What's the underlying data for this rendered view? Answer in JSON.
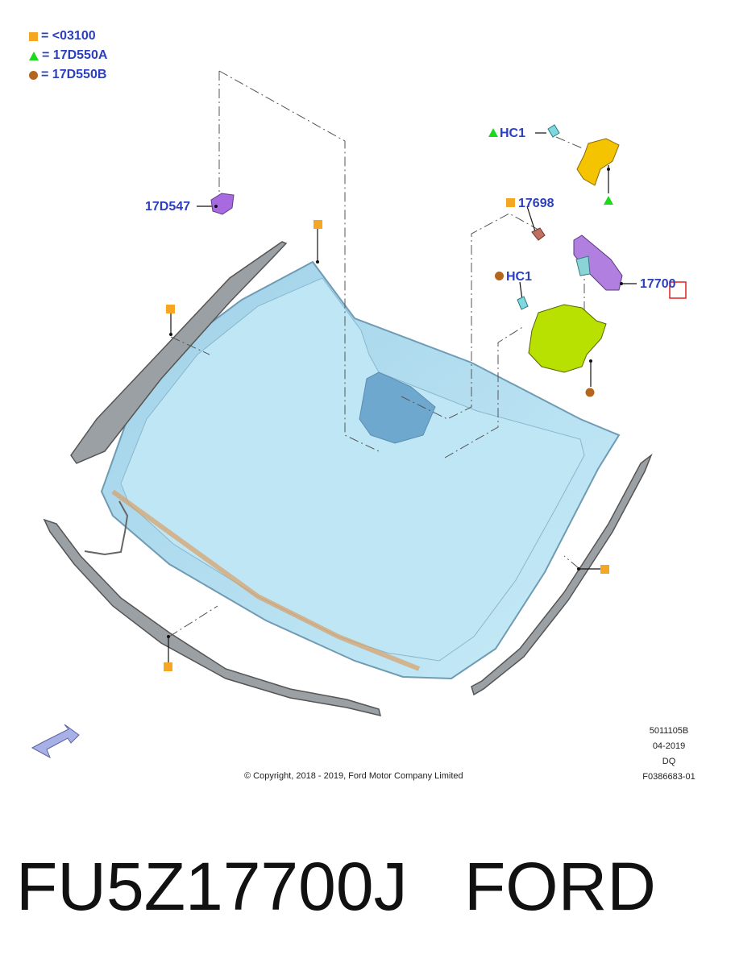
{
  "legend": [
    {
      "symbol": "square",
      "color": "#f5a623",
      "text": "= <03100"
    },
    {
      "symbol": "triangle",
      "color": "#1ed81e",
      "text": "= 17D550A"
    },
    {
      "symbol": "circle",
      "color": "#b4651e",
      "text": "= 17D550B"
    }
  ],
  "callouts": {
    "hc1_top": "HC1",
    "part_17d547": "17D547",
    "part_17698": "17698",
    "part_17700": "17700",
    "hc1_mid": "HC1"
  },
  "meta": {
    "line1": "5011105B",
    "line2": "04-2019",
    "line3": "DQ",
    "line4": "F0386683-01"
  },
  "copyright": "© Copyright, 2018 - 2019, Ford Motor Company Limited",
  "caption": {
    "part_number": "FU5Z17700J",
    "brand": "FORD"
  },
  "colors": {
    "callout_text": "#2b3fbf",
    "square_marker": "#f5a623",
    "triangle_marker": "#1ed81e",
    "circle_marker": "#b4651e",
    "glass": "#a9d8ee",
    "highlight_box": "#e02020"
  }
}
